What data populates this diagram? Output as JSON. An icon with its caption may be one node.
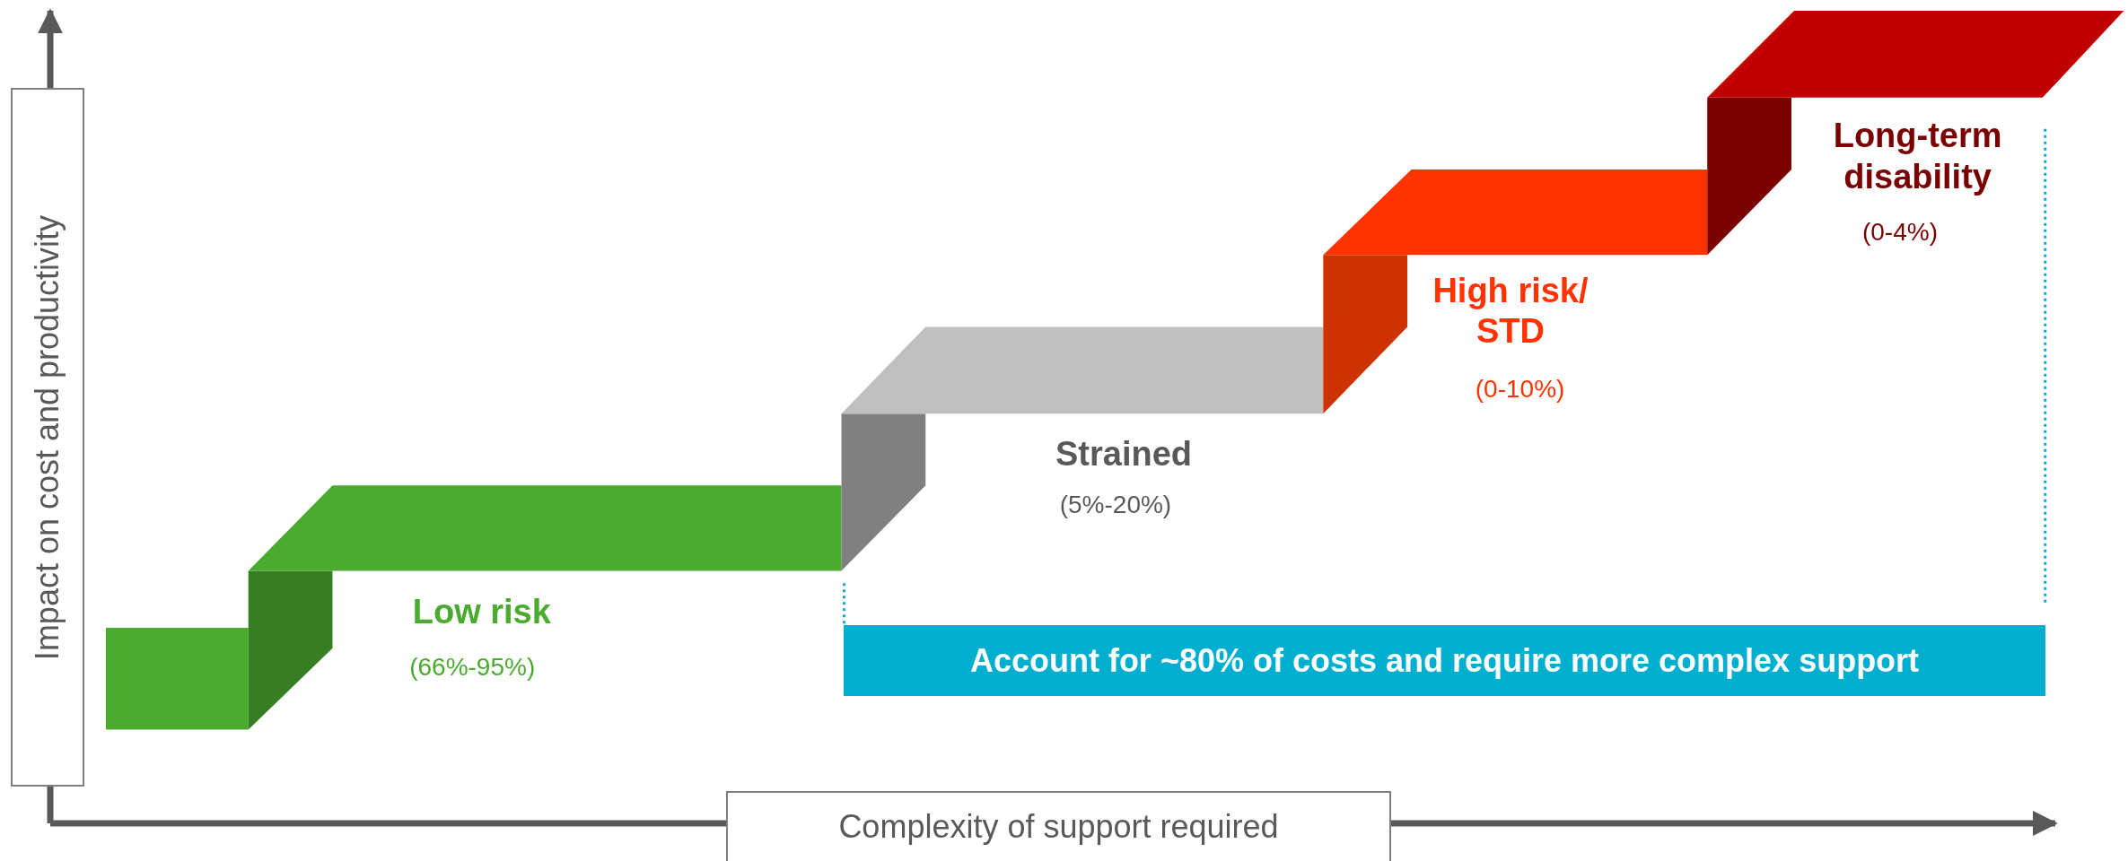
{
  "diagram": {
    "nodes": [
      {
        "text": [
          "Impact on cost and productivity"
        ]
      },
      {
        "text": [
          "Complexity of support required"
        ]
      },
      {
        "text": [
          "Account for ~80% of costs and require more complex support"
        ]
      }
    ],
    "labels": [
      "Low risk",
      "(66%-95%)",
      "Strained",
      "(5%-20%)",
      "High risk/ STD",
      "(0-10%)",
      "Long-term disability",
      "(0-4%)"
    ]
  }
}
